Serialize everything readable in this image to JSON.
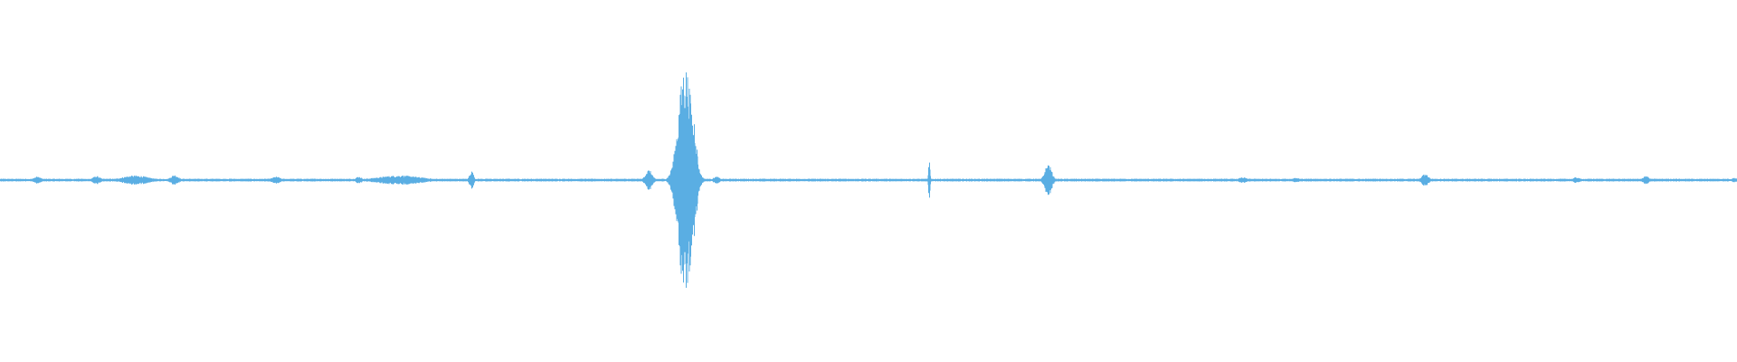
{
  "waveform": {
    "color": "#5aaee3",
    "duration": 1.0,
    "baseline_noise": 0.012,
    "events": [
      {
        "t": 0.0215,
        "peak": 0.03,
        "width": 0.0035
      },
      {
        "t": 0.0555,
        "peak": 0.035,
        "width": 0.0035
      },
      {
        "t": 0.078,
        "peak": 0.04,
        "width": 0.012
      },
      {
        "t": 0.1005,
        "peak": 0.045,
        "width": 0.0035
      },
      {
        "t": 0.159,
        "peak": 0.03,
        "width": 0.004
      },
      {
        "t": 0.2065,
        "peak": 0.03,
        "width": 0.003
      },
      {
        "t": 0.23,
        "peak": 0.04,
        "width": 0.02
      },
      {
        "t": 0.2715,
        "peak": 0.08,
        "width": 0.0018
      },
      {
        "t": 0.3735,
        "peak": 0.09,
        "width": 0.003
      },
      {
        "t": 0.3945,
        "peak": 1.0,
        "width": 0.006
      },
      {
        "t": 0.3995,
        "peak": 0.55,
        "width": 0.0025
      },
      {
        "t": 0.4125,
        "peak": 0.03,
        "width": 0.003
      },
      {
        "t": 0.535,
        "peak": 0.19,
        "width": 0.0006
      },
      {
        "t": 0.6035,
        "peak": 0.14,
        "width": 0.003
      },
      {
        "t": 0.7155,
        "peak": 0.025,
        "width": 0.0035
      },
      {
        "t": 0.746,
        "peak": 0.02,
        "width": 0.004
      },
      {
        "t": 0.8205,
        "peak": 0.055,
        "width": 0.003
      },
      {
        "t": 0.9075,
        "peak": 0.025,
        "width": 0.003
      },
      {
        "t": 0.9475,
        "peak": 0.04,
        "width": 0.0025
      },
      {
        "t": 0.9985,
        "peak": 0.02,
        "width": 0.003
      }
    ]
  }
}
